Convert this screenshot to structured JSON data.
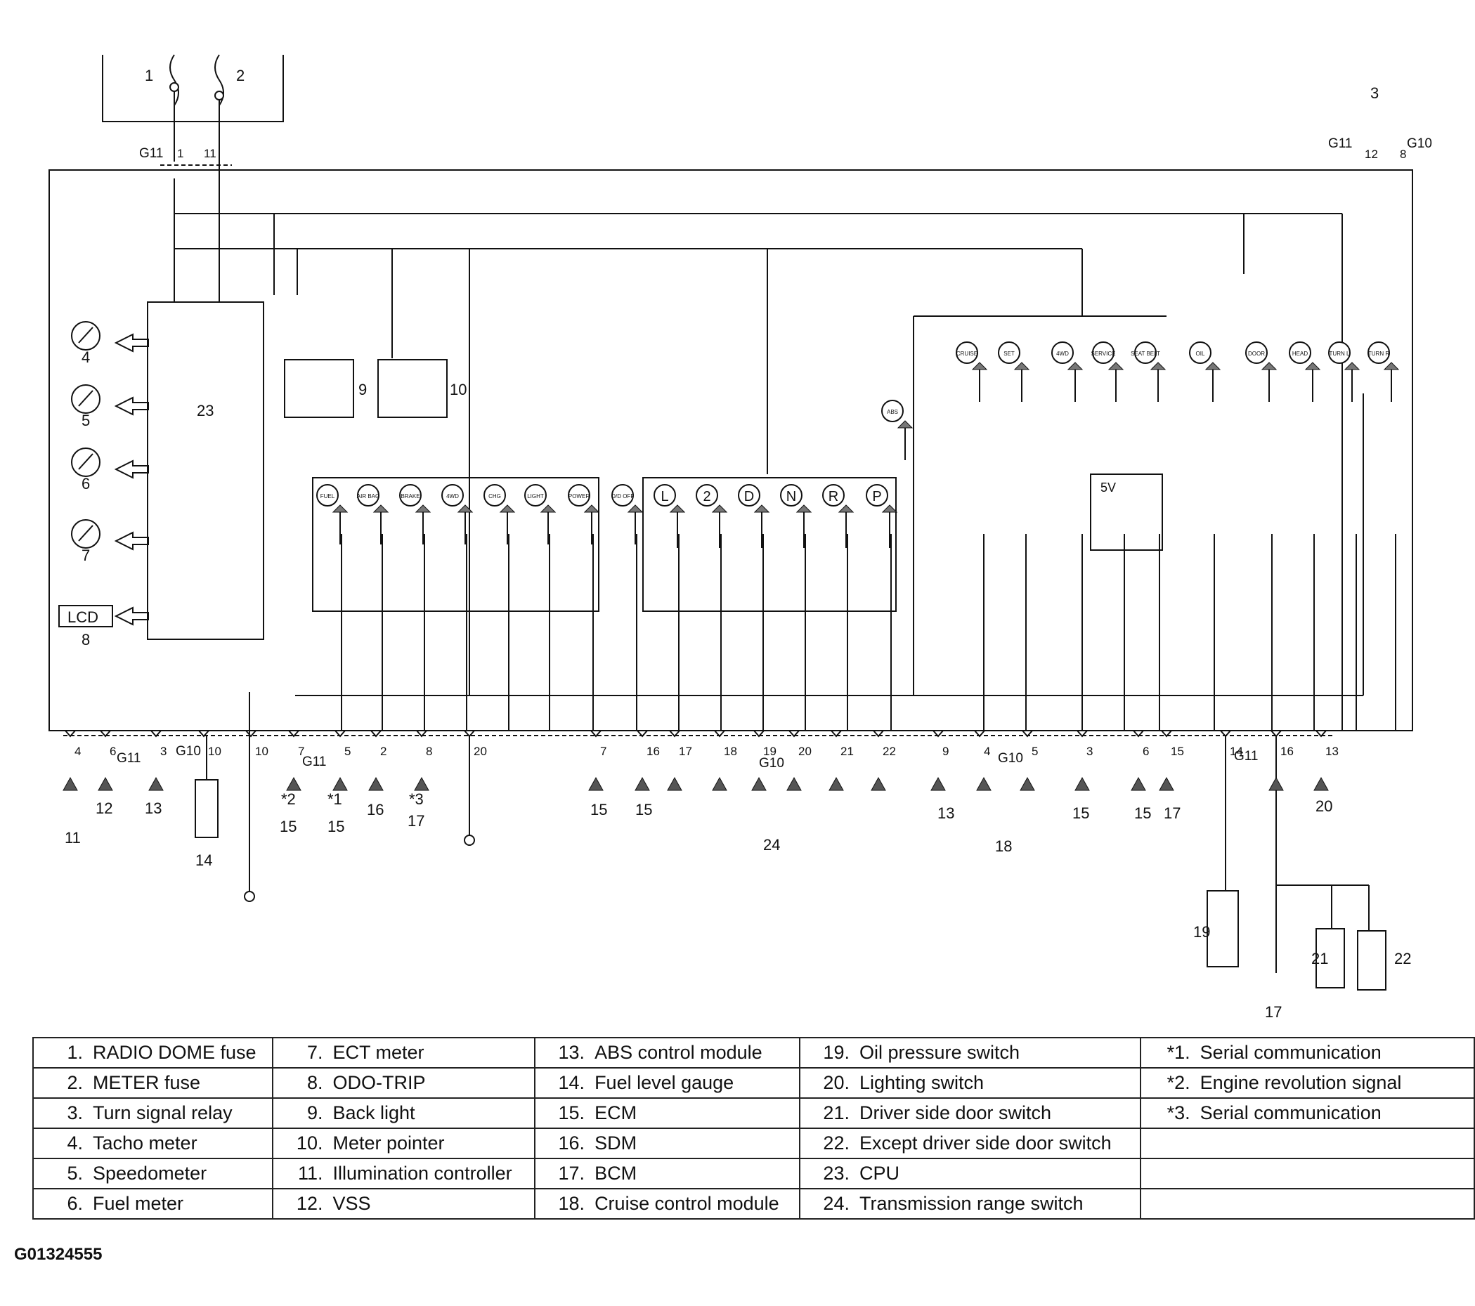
{
  "diagram": {
    "connector_labels": {
      "g11": "G11",
      "g10": "G10"
    },
    "cpu_label": "23",
    "lcd_label": "LCD",
    "fuse_labels": [
      "1",
      "2"
    ],
    "top_pins": [
      "1",
      "11"
    ],
    "turn_relay_label": "3",
    "right_pins": [
      "12",
      "8"
    ],
    "meter_labels": [
      "4",
      "5",
      "6",
      "7",
      "8"
    ],
    "box_labels": [
      "9",
      "10"
    ],
    "indicators_left": [
      "FUEL",
      "AIR BAG",
      "BRAKE",
      "4WD",
      "CHG",
      "LIGHT",
      "POWER",
      "O/D OFF"
    ],
    "range_letters": [
      "L",
      "2",
      "D",
      "N",
      "R",
      "P"
    ],
    "indicators_right": [
      "ABS",
      "CRUISE",
      "SET",
      "4WD",
      "SERVICE",
      "SEAT BELT",
      "OIL",
      "DOOR",
      "HEAD",
      "TURN L",
      "TURN R"
    ],
    "supply_label": "5V",
    "bottom_pins": [
      "4",
      "6",
      "3",
      "10",
      "10",
      "7",
      "5",
      "2",
      "8",
      "20",
      "7",
      "16",
      "17",
      "18",
      "19",
      "20",
      "21",
      "22",
      "9",
      "4",
      "5",
      "3",
      "6",
      "15",
      "14",
      "16",
      "13"
    ],
    "bottom_refs": [
      "11",
      "12",
      "13",
      "14",
      "*2",
      "15",
      "*1",
      "15",
      "16",
      "*3",
      "17",
      "15",
      "15",
      "24",
      "13",
      "18",
      "15",
      "15",
      "17",
      "20",
      "19",
      "21",
      "22",
      "17"
    ]
  },
  "legend": {
    "rows": [
      [
        [
          "1.",
          "RADIO DOME fuse"
        ],
        [
          "7.",
          "ECT meter"
        ],
        [
          "13.",
          "ABS control module"
        ],
        [
          "19.",
          "Oil pressure switch"
        ],
        [
          "*1.",
          "Serial communication"
        ]
      ],
      [
        [
          "2.",
          "METER fuse"
        ],
        [
          "8.",
          "ODO-TRIP"
        ],
        [
          "14.",
          "Fuel level gauge"
        ],
        [
          "20.",
          "Lighting switch"
        ],
        [
          "*2.",
          "Engine revolution signal"
        ]
      ],
      [
        [
          "3.",
          "Turn signal relay"
        ],
        [
          "9.",
          "Back light"
        ],
        [
          "15.",
          "ECM"
        ],
        [
          "21.",
          "Driver side door switch"
        ],
        [
          "*3.",
          "Serial communication"
        ]
      ],
      [
        [
          "4.",
          "Tacho meter"
        ],
        [
          "10.",
          "Meter pointer"
        ],
        [
          "16.",
          "SDM"
        ],
        [
          "22.",
          "Except driver side door switch"
        ],
        [
          "",
          ""
        ]
      ],
      [
        [
          "5.",
          "Speedometer"
        ],
        [
          "11.",
          "Illumination controller"
        ],
        [
          "17.",
          "BCM"
        ],
        [
          "23.",
          "CPU"
        ],
        [
          "",
          ""
        ]
      ],
      [
        [
          "6.",
          "Fuel meter"
        ],
        [
          "12.",
          "VSS"
        ],
        [
          "18.",
          "Cruise control module"
        ],
        [
          "24.",
          "Transmission range switch"
        ],
        [
          "",
          ""
        ]
      ]
    ]
  },
  "figure_id": "G01324555"
}
